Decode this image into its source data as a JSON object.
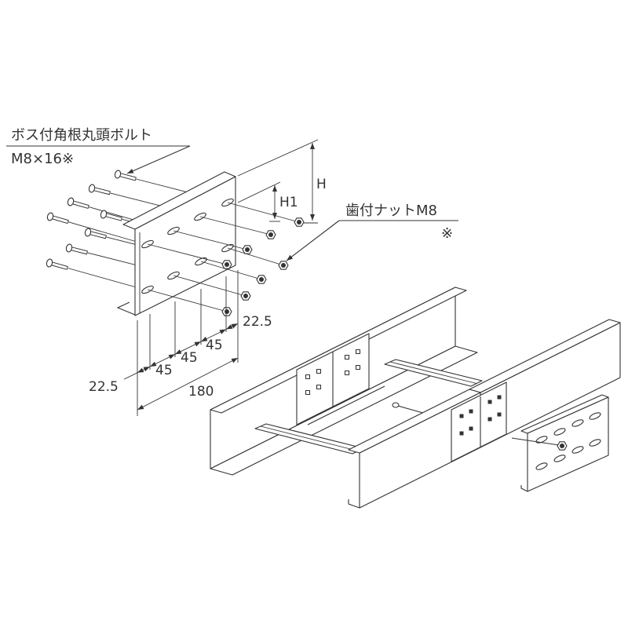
{
  "annotations": {
    "bolt_name": "ボス付角根丸頭ボルト",
    "bolt_spec": "M8×16※",
    "nut_name": "歯付ナットM8",
    "nut_note": "※"
  },
  "dimensions": {
    "height": "H",
    "height_1": "H1",
    "right_edge": "22.5",
    "pitch_a": "45",
    "pitch_b": "45",
    "pitch_c": "45",
    "left_edge": "22.5",
    "overall": "180"
  },
  "colors": {
    "line": "#333333",
    "background": "#ffffff"
  }
}
